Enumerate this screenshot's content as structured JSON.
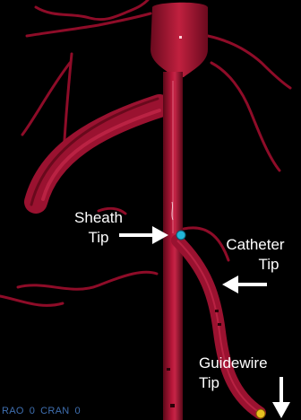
{
  "viewer": {
    "background_color": "#000000",
    "vessel_color": "#a0102c",
    "vessel_highlight_color": "#d23a58",
    "marker_colors": {
      "sheath_marker": "#22b6d8",
      "guidewire_marker": "#e8c020"
    }
  },
  "annotations": {
    "sheath": {
      "line1": "Sheath",
      "line2": "Tip",
      "arrow_icon": "arrow-right-icon"
    },
    "catheter": {
      "line1": "Catheter",
      "line2": "Tip",
      "arrow_icon": "arrow-left-icon"
    },
    "guidewire": {
      "line1": "Guidewire",
      "line2": "Tip",
      "arrow_icon": "arrow-down-icon"
    }
  },
  "projection": {
    "rao": "RAO",
    "rao_value": "0",
    "cran": "CRAN",
    "cran_value": "0"
  }
}
